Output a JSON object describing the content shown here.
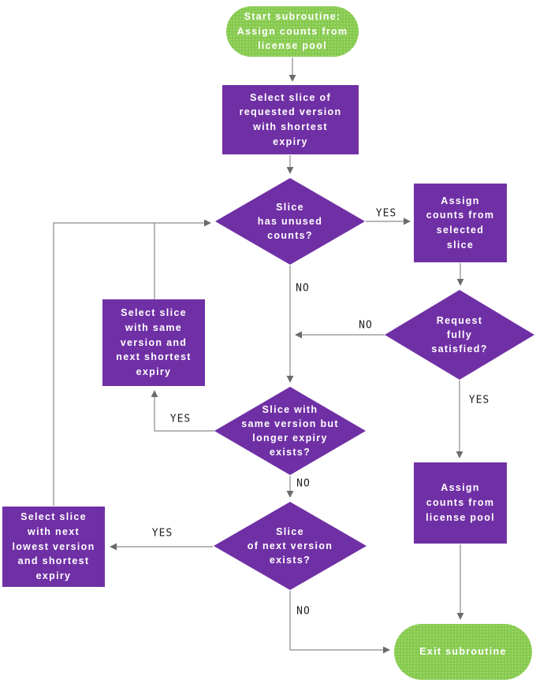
{
  "diagram": {
    "type": "flowchart",
    "colors": {
      "process_fill": "#7030a5",
      "terminator_fill": "#86c94f",
      "node_text": "#ffffff",
      "edge_stroke": "#8a8a8a",
      "edge_label_text": "#1f1f1f",
      "background": "#ffffff"
    },
    "nodes": {
      "start": {
        "type": "terminator",
        "label": "Start subroutine:\nAssign counts from\nlicense pool"
      },
      "select_requested": {
        "type": "process",
        "label": "Select slice of\nrequested version\nwith shortest\nexpiry"
      },
      "has_unused_counts": {
        "type": "decision",
        "label": "Slice\nhas unused\ncounts?"
      },
      "assign_from_selected": {
        "type": "process",
        "label": "Assign\ncounts from\nselected\nslice"
      },
      "request_satisfied": {
        "type": "decision",
        "label": "Request\nfully\nsatisfied?"
      },
      "select_same_version": {
        "type": "process",
        "label": "Select slice\nwith same\nversion and\nnext shortest\nexpiry"
      },
      "longer_expiry_exists": {
        "type": "decision",
        "label": "Slice with\nsame version but\nlonger expiry\nexists?"
      },
      "next_version_exists": {
        "type": "decision",
        "label": "Slice\nof next version\nexists?"
      },
      "select_next_lowest": {
        "type": "process",
        "label": "Select slice\nwith next\nlowest version\nand shortest\nexpiry"
      },
      "assign_from_pool": {
        "type": "process",
        "label": "Assign\ncounts from\nlicense pool"
      },
      "exit": {
        "type": "terminator",
        "label": "Exit subroutine"
      }
    },
    "edge_labels": {
      "has_unused_yes": "YES",
      "has_unused_no": "NO",
      "satisfied_no": "NO",
      "satisfied_yes": "YES",
      "longer_expiry_yes": "YES",
      "longer_expiry_no": "NO",
      "next_version_yes": "YES",
      "next_version_no": "NO"
    }
  }
}
